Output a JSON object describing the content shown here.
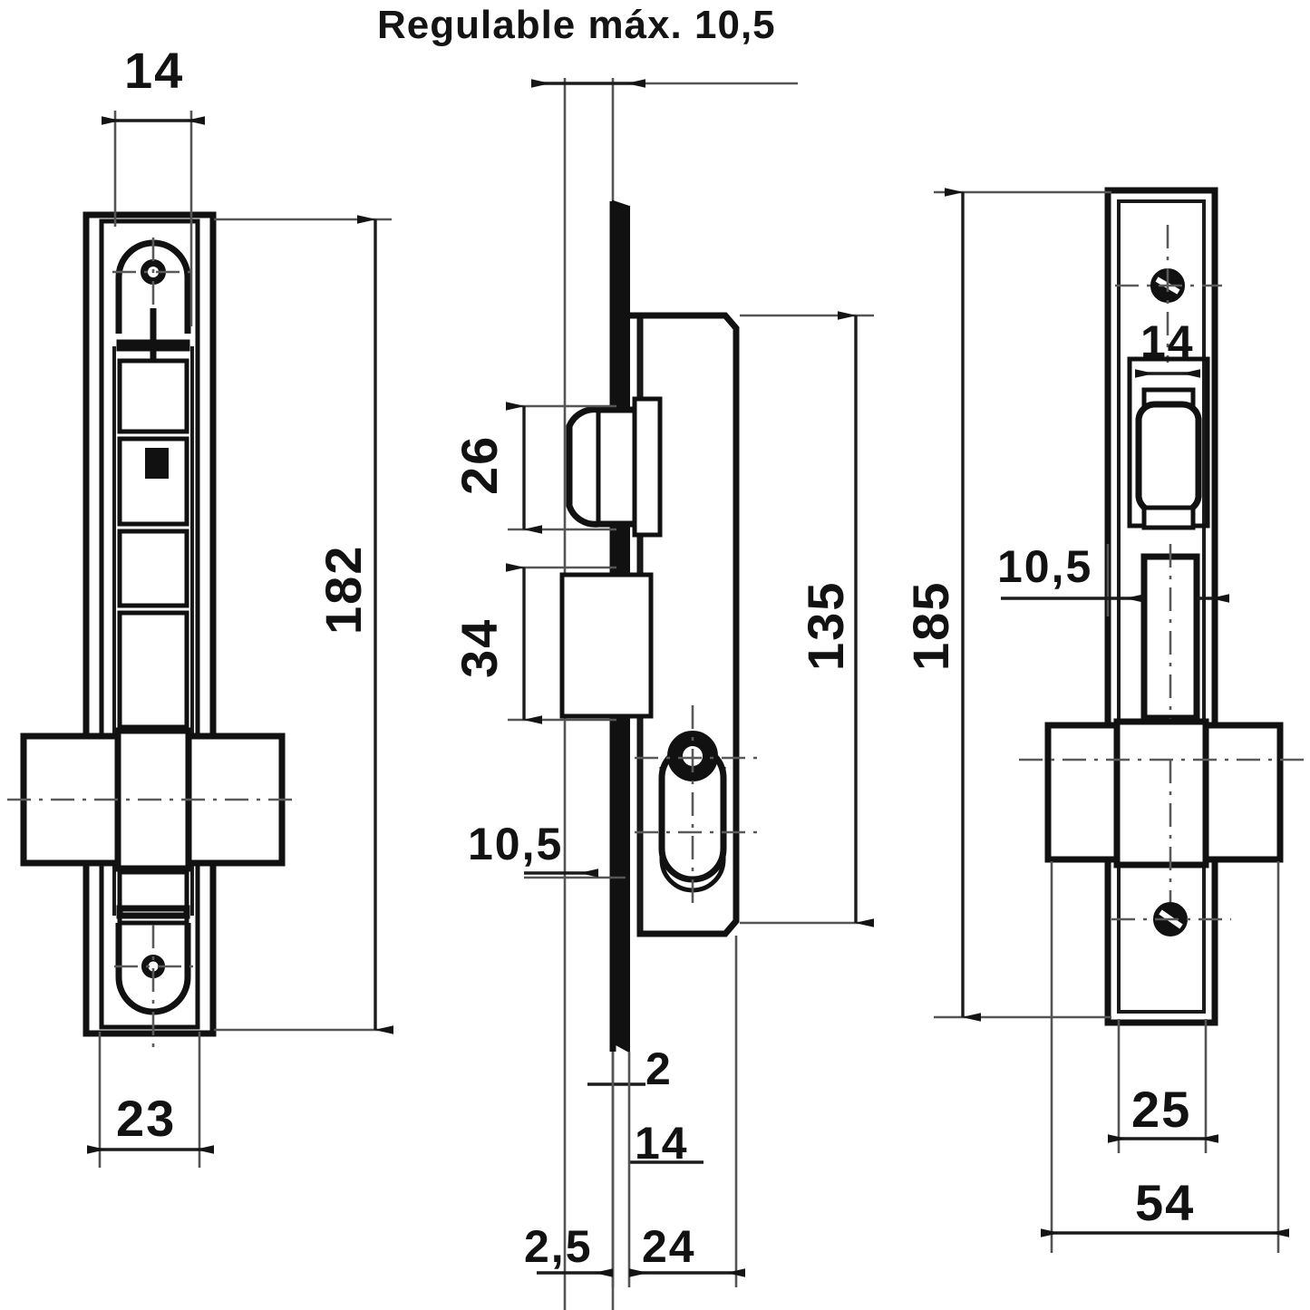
{
  "drawing": {
    "title": "Regulable máx. 10,5",
    "kind": "mortise-lock-orthographic-drawing",
    "language": "es",
    "units_note": "mm",
    "line_color": "#111111",
    "extension_line_color": "#555555",
    "background": "#ffffff"
  },
  "views": {
    "front": {
      "name": "front-face-view",
      "dimensions": {
        "faceplate_width": "14",
        "overall_length": "182",
        "case_width": "23"
      }
    },
    "side": {
      "name": "side-section-view",
      "dimensions": {
        "top_adjust": "Regulable máx. 10,5",
        "latch_offset": "26",
        "latch_height": "34",
        "case_length": "135",
        "cylinder_offset": "10,5",
        "faceplate_thickness": "2",
        "case_thickness": "14",
        "plate_step": "2,5",
        "backset": "24"
      }
    },
    "rear": {
      "name": "rear-plate-view",
      "dimensions": {
        "plate_length": "185",
        "slot_offset": "10,5",
        "screw_offset": "14",
        "plate_width": "25",
        "overall_width": "54"
      }
    }
  },
  "labels": {
    "title": "Regulable máx. 10,5",
    "d14_left": "14",
    "d182": "182",
    "d23": "23",
    "d26": "26",
    "d34": "34",
    "d135": "135",
    "d105_mid": "10,5",
    "d2": "2",
    "d14_mid": "14",
    "d25_mid": "2,5",
    "d24": "24",
    "d185": "185",
    "d105_right": "10,5",
    "d14_right": "14",
    "d25_right": "25",
    "d54": "54"
  }
}
